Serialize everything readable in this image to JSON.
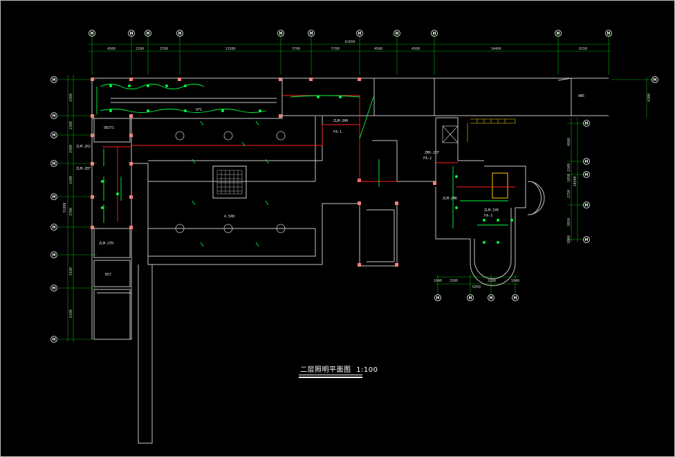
{
  "drawing": {
    "title": "二层照明平面图",
    "scale": "1:100",
    "colors": {
      "background": "#000000",
      "walls": "#c8c8c8",
      "axis_lines": "#00c800",
      "wiring": "#ff2020",
      "fixtures": "#00ff40",
      "columns": "#ff8080",
      "stair": "#ffcc00"
    }
  },
  "top_dimensions": {
    "overall": "61650",
    "segments": [
      "4500",
      "2100",
      "3700",
      "13300",
      "3700",
      "5700",
      "4500",
      "4500",
      "14400",
      "6150"
    ]
  },
  "left_dimensions": {
    "overall": "31800",
    "segments": [
      "4300",
      "2300",
      "2900",
      "4200",
      "3700",
      "4100",
      "6100"
    ]
  },
  "right_dimensions": {
    "segments": [
      "4300",
      "4800",
      "1500",
      "1050",
      "2750",
      "2050",
      "2000"
    ],
    "sub": "10500"
  },
  "bottom_right_dimensions": {
    "overall": "6950",
    "segments": [
      "1640",
      "3300",
      "3200",
      "1640"
    ]
  },
  "room_labels": {
    "r1": "SBJ71",
    "r2": "HS7",
    "r3": "ZLM-2EF",
    "r4": "ZLM-2HJ",
    "r5": "ZLM-2TH",
    "r6": "5F1",
    "r7": "4.500",
    "r8": "ZMX-2EF",
    "r9": "ZLM-2HH",
    "r10": "ZLM-2MK",
    "r11": "ZLM-2YK",
    "r12": "AN5"
  },
  "legend_fixtures": [
    "FA-1",
    "FA-2",
    "FA-3"
  ]
}
